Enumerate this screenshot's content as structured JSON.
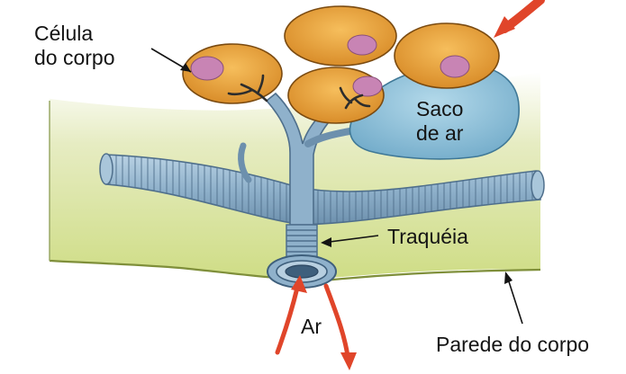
{
  "labels": {
    "body_cell": [
      "Célula",
      "do corpo"
    ],
    "air_sac": [
      "Saco",
      "de ar"
    ],
    "trachea": "Traquéia",
    "air": "Ar",
    "body_wall": "Parede do corpo"
  },
  "colors": {
    "body_wall": "#cfdd86",
    "trachea_tube": "#8fb1cb",
    "trachea_ring": "#4f6f8c",
    "air_sac": "#8ec3dc",
    "cell": "#e7a33c",
    "nucleus": "#c884b4",
    "arrow": "#e0452a",
    "text": "#141414"
  }
}
